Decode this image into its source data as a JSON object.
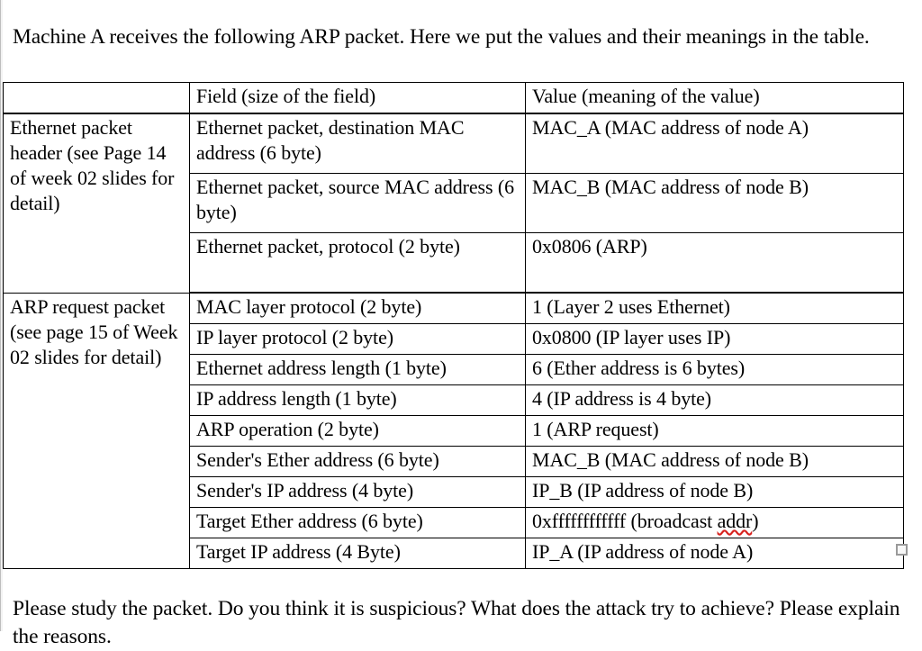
{
  "document": {
    "intro": "Machine A receives the following ARP packet. Here we put the values and their meanings in the table.",
    "outro": "Please study the packet. Do you think it is suspicious? What does the attack try to achieve? Please explain the reasons."
  },
  "table": {
    "headers": {
      "category": "",
      "field": "Field (size of the field)",
      "value": "Value (meaning of the value)"
    },
    "blocks": [
      {
        "category": "Ethernet packet header (see Page 14 of week 02 slides for detail)",
        "rows": [
          {
            "field": "Ethernet packet, destination MAC address (6 byte)",
            "value": "MAC_A (MAC address of node A)"
          },
          {
            "field": "Ethernet packet, source MAC address (6 byte)",
            "value": "MAC_B (MAC address of node B)"
          },
          {
            "field": "Ethernet packet, protocol (2 byte)",
            "value": "0x0806 (ARP)"
          }
        ]
      },
      {
        "category": "ARP request packet (see page 15 of Week 02 slides for detail)",
        "rows": [
          {
            "field": "MAC layer protocol (2 byte)",
            "value": "1 (Layer 2 uses Ethernet)"
          },
          {
            "field": "IP layer protocol (2 byte)",
            "value": "0x0800 (IP layer uses IP)"
          },
          {
            "field": "Ethernet address length (1 byte)",
            "value": "6 (Ether address is 6 bytes)"
          },
          {
            "field": "IP address length (1 byte)",
            "value": "4 (IP address is 4 byte)"
          },
          {
            "field": "ARP operation (2 byte)",
            "value": "1 (ARP request)"
          },
          {
            "field": "Sender's Ether address (6 byte)",
            "value": "MAC_B (MAC address of node B)"
          },
          {
            "field": "Sender's IP address (4 byte)",
            "value": "IP_B (IP address of node B)"
          },
          {
            "field": "Target Ether address (6 byte)",
            "value_prefix": "0xffffffffffff (broadcast ",
            "value_misspelled": "addr",
            "value_suffix": ")"
          },
          {
            "field": "Target IP address (4 Byte)",
            "value": "IP_A (IP address of node A)"
          }
        ]
      }
    ]
  },
  "colors": {
    "text": "#000000",
    "border": "#000000",
    "spellcheck_underline": "#d8231f",
    "resize_handle": "#9a9a9a",
    "background": "#ffffff"
  }
}
